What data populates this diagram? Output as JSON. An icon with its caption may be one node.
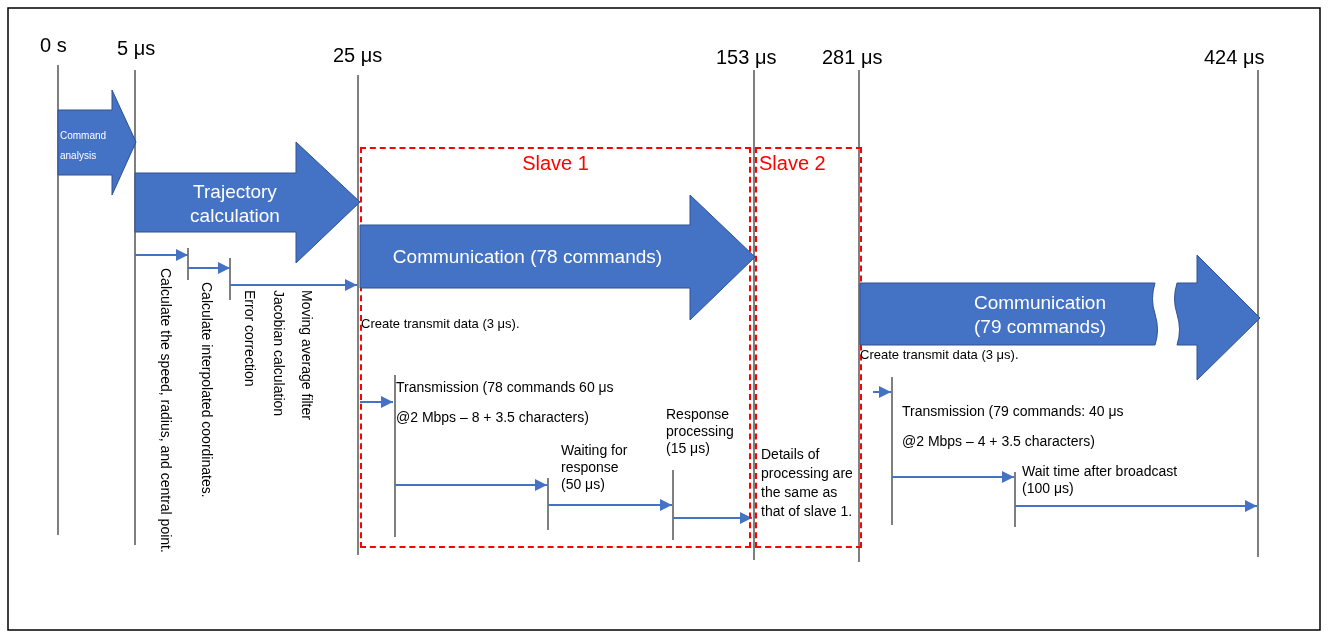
{
  "diagram": {
    "nodes": [
      {
        "text": [
          "Command analysis"
        ]
      },
      {
        "text": [
          "Trajectory calculation"
        ]
      },
      {
        "text": [
          "Slave 1"
        ]
      },
      {
        "text": [
          "Communication (78 commands)"
        ],
        "in": 2
      },
      {
        "text": [
          "Slave 2",
          "Details of processing are the same as that of slave 1."
        ]
      },
      {
        "text": [
          "Communication (79 commands)"
        ]
      }
    ],
    "labels": [
      "0 s",
      "5 μs",
      "25 μs",
      "153 μs",
      "281 μs",
      "424 μs",
      "Calculate the speed, radius, and central point.",
      "Calculate interpolated coordinates.",
      "Error correction",
      "Jacobian calculation",
      "Moving average filter",
      "Create transmit data (3 μs).",
      "Transmission (78 commands 60 μs @2 Mbps – 8 + 3.5 characters)",
      "Waiting for response (50 μs)",
      "Response processing (15 μs)",
      "Create transmit data (3 μs).",
      "Transmission (79 commands: 40 μs @2 Mbps – 4 + 3.5 characters)",
      "Wait time after broadcast (100 μs)"
    ]
  }
}
